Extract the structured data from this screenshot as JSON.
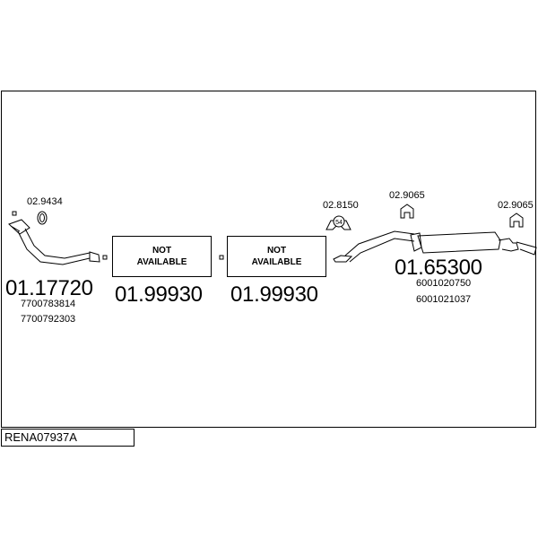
{
  "document_code": "RENA07937A",
  "parts": [
    {
      "number": "01.17720",
      "oe_numbers": [
        "7700783814",
        "7700792303"
      ]
    },
    {
      "number": "01.99930",
      "status_line1": "NOT",
      "status_line2": "AVAILABLE"
    },
    {
      "number": "01.99930",
      "status_line1": "NOT",
      "status_line2": "AVAILABLE"
    },
    {
      "number": "01.65300",
      "oe_numbers": [
        "6001020750",
        "6001021037"
      ]
    }
  ],
  "accessories": [
    {
      "number": "02.9434",
      "icon": "ring-clamp-icon"
    },
    {
      "number": "02.8150",
      "icon": "gasket-icon",
      "badge": "54"
    },
    {
      "number": "02.9065",
      "icon": "rubber-hanger-icon"
    },
    {
      "number": "02.9065",
      "icon": "rubber-hanger-icon"
    }
  ]
}
